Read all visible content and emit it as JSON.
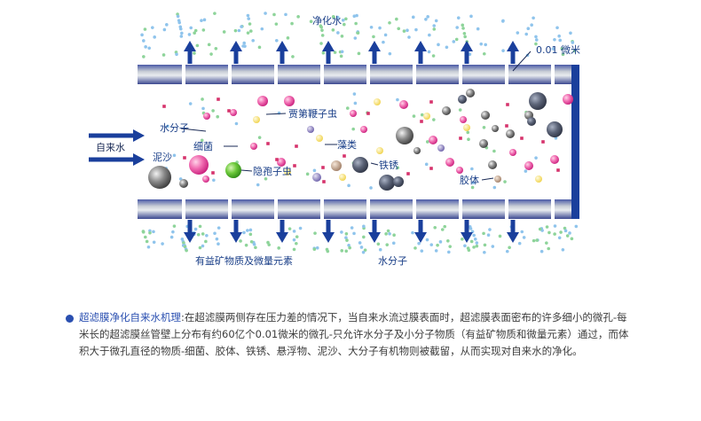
{
  "diagram": {
    "label_clean_water": "净化水",
    "label_pore_size": "0.01 微米",
    "label_tap_water": "自来水",
    "label_water_molecule": "水分子",
    "label_bacteria": "细菌",
    "label_silt": "泥沙",
    "label_giardia": "贾第鞭子虫",
    "label_algae": "藻类",
    "label_cryptosporidium": "隐孢子虫",
    "label_rust": "铁锈",
    "label_colloid": "胶体",
    "label_minerals": "有益矿物质及微量元素",
    "label_water_molecule_bottom": "水分子",
    "colors": {
      "pipe": "#3d4a90",
      "arrow": "#1a3f9c",
      "water_dot_blue": "#8fc4ec",
      "water_dot_green": "#8ed49a",
      "bacteria": "#e8409a",
      "silt": "#6a6a6a",
      "cryptosporidium": "#5fbf2e"
    }
  },
  "description": {
    "title": "超滤膜净化自来水机理",
    "body": ":在超滤膜两侧存在压力差的情况下，当自来水流过膜表面时，超滤膜表面密布的许多细小的微孔-每米长的超滤膜丝管壁上分布有约60亿个0.01微米的微孔-只允许水分子及小分子物质（有益矿物质和微量元素）通过，而体积大于微孔直径的物质-细菌、胶体、铁锈、悬浮物、泥沙、大分子有机物则被截留，从而实现对自来水的净化。"
  }
}
